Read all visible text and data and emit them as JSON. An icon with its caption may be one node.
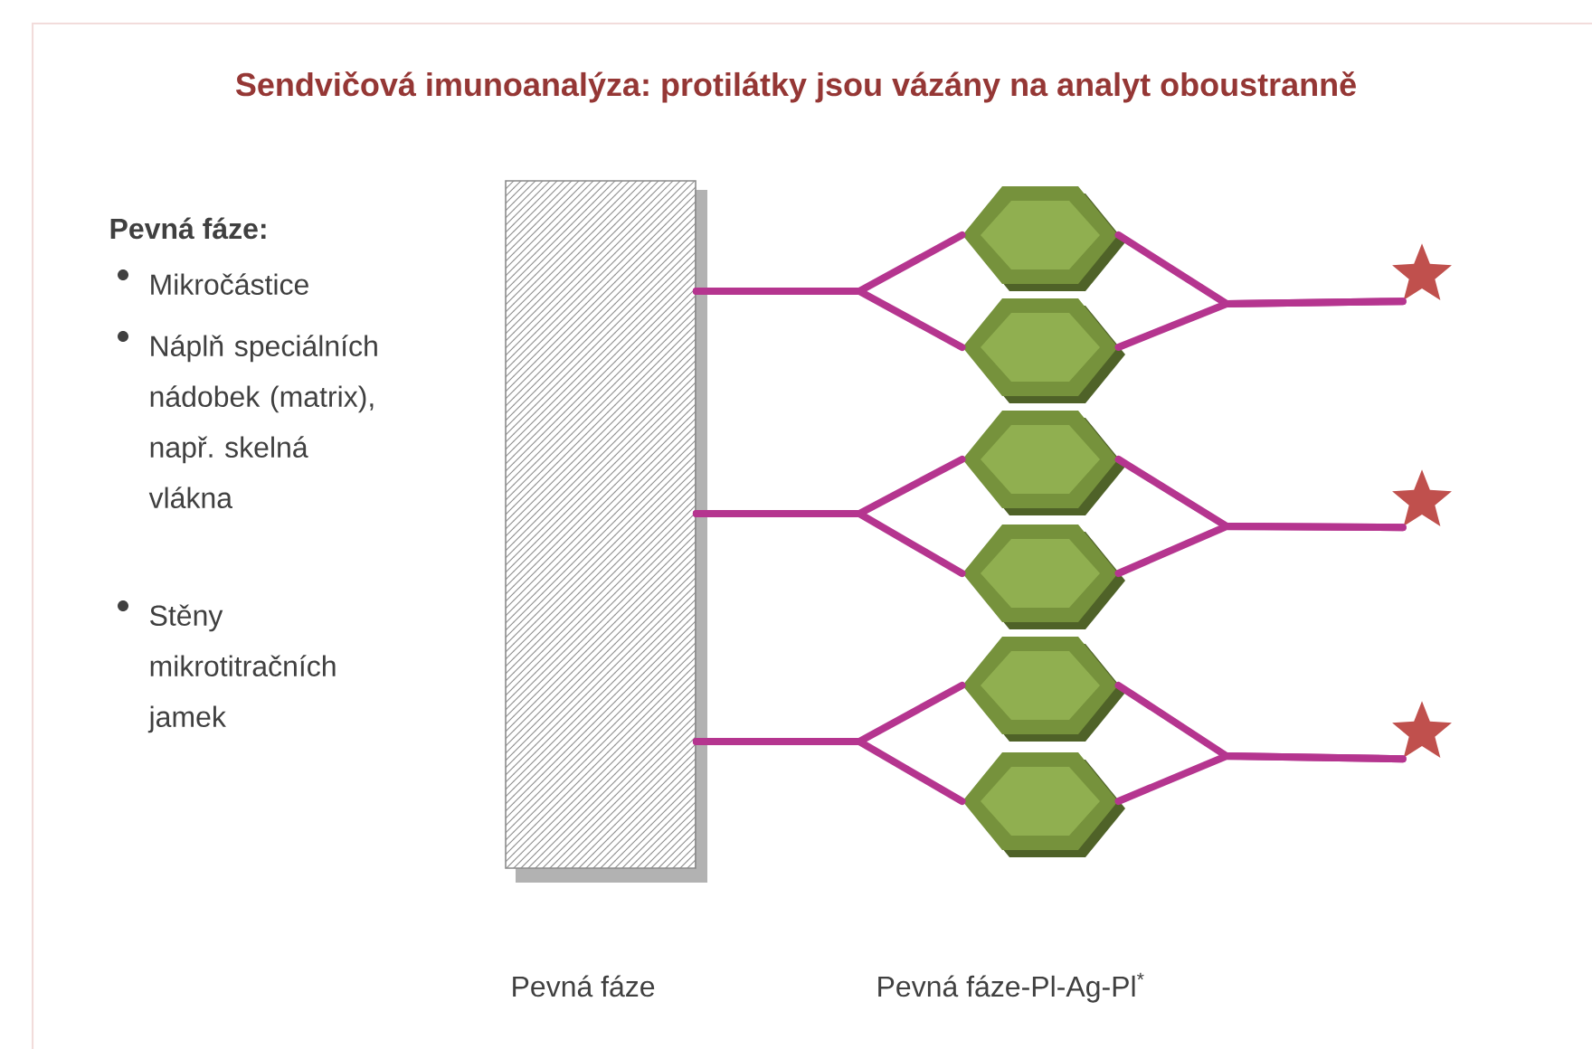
{
  "diagram": {
    "title": "Sendvičová imunoanalýza: protilátky jsou vázány na analyt oboustranně",
    "nodes": [
      {
        "text": [],
        "shape": "box"
      },
      {
        "text": [],
        "shape": "hexagon"
      },
      {
        "text": [],
        "shape": "hexagon"
      },
      {
        "text": [],
        "shape": "hexagon"
      },
      {
        "text": [],
        "shape": "hexagon"
      },
      {
        "text": [],
        "shape": "hexagon"
      },
      {
        "text": [],
        "shape": "hexagon"
      },
      {
        "text": [],
        "shape": "star"
      },
      {
        "text": [],
        "shape": "star"
      },
      {
        "text": [],
        "shape": "star"
      }
    ],
    "edges": [
      {
        "from": 0,
        "to": 1,
        "arrow": "none"
      },
      {
        "from": 0,
        "to": 2,
        "arrow": "none"
      },
      {
        "from": 1,
        "to": 7,
        "arrow": "none"
      },
      {
        "from": 2,
        "to": 7,
        "arrow": "none"
      },
      {
        "from": 0,
        "to": 3,
        "arrow": "none"
      },
      {
        "from": 0,
        "to": 4,
        "arrow": "none"
      },
      {
        "from": 3,
        "to": 8,
        "arrow": "none"
      },
      {
        "from": 4,
        "to": 8,
        "arrow": "none"
      },
      {
        "from": 0,
        "to": 5,
        "arrow": "none"
      },
      {
        "from": 0,
        "to": 6,
        "arrow": "none"
      },
      {
        "from": 5,
        "to": 9,
        "arrow": "none"
      },
      {
        "from": 6,
        "to": 9,
        "arrow": "none"
      }
    ],
    "labels": [
      "Pevná fáze:",
      "Mikročástice",
      "Náplň speciálních nádobek (matrix), např. skelná vlákna",
      "Stěny mikrotitračních jamek",
      "Pevná fáze",
      "Pevná fáze-Pl-Ag-Pl$^{*}$"
    ]
  }
}
